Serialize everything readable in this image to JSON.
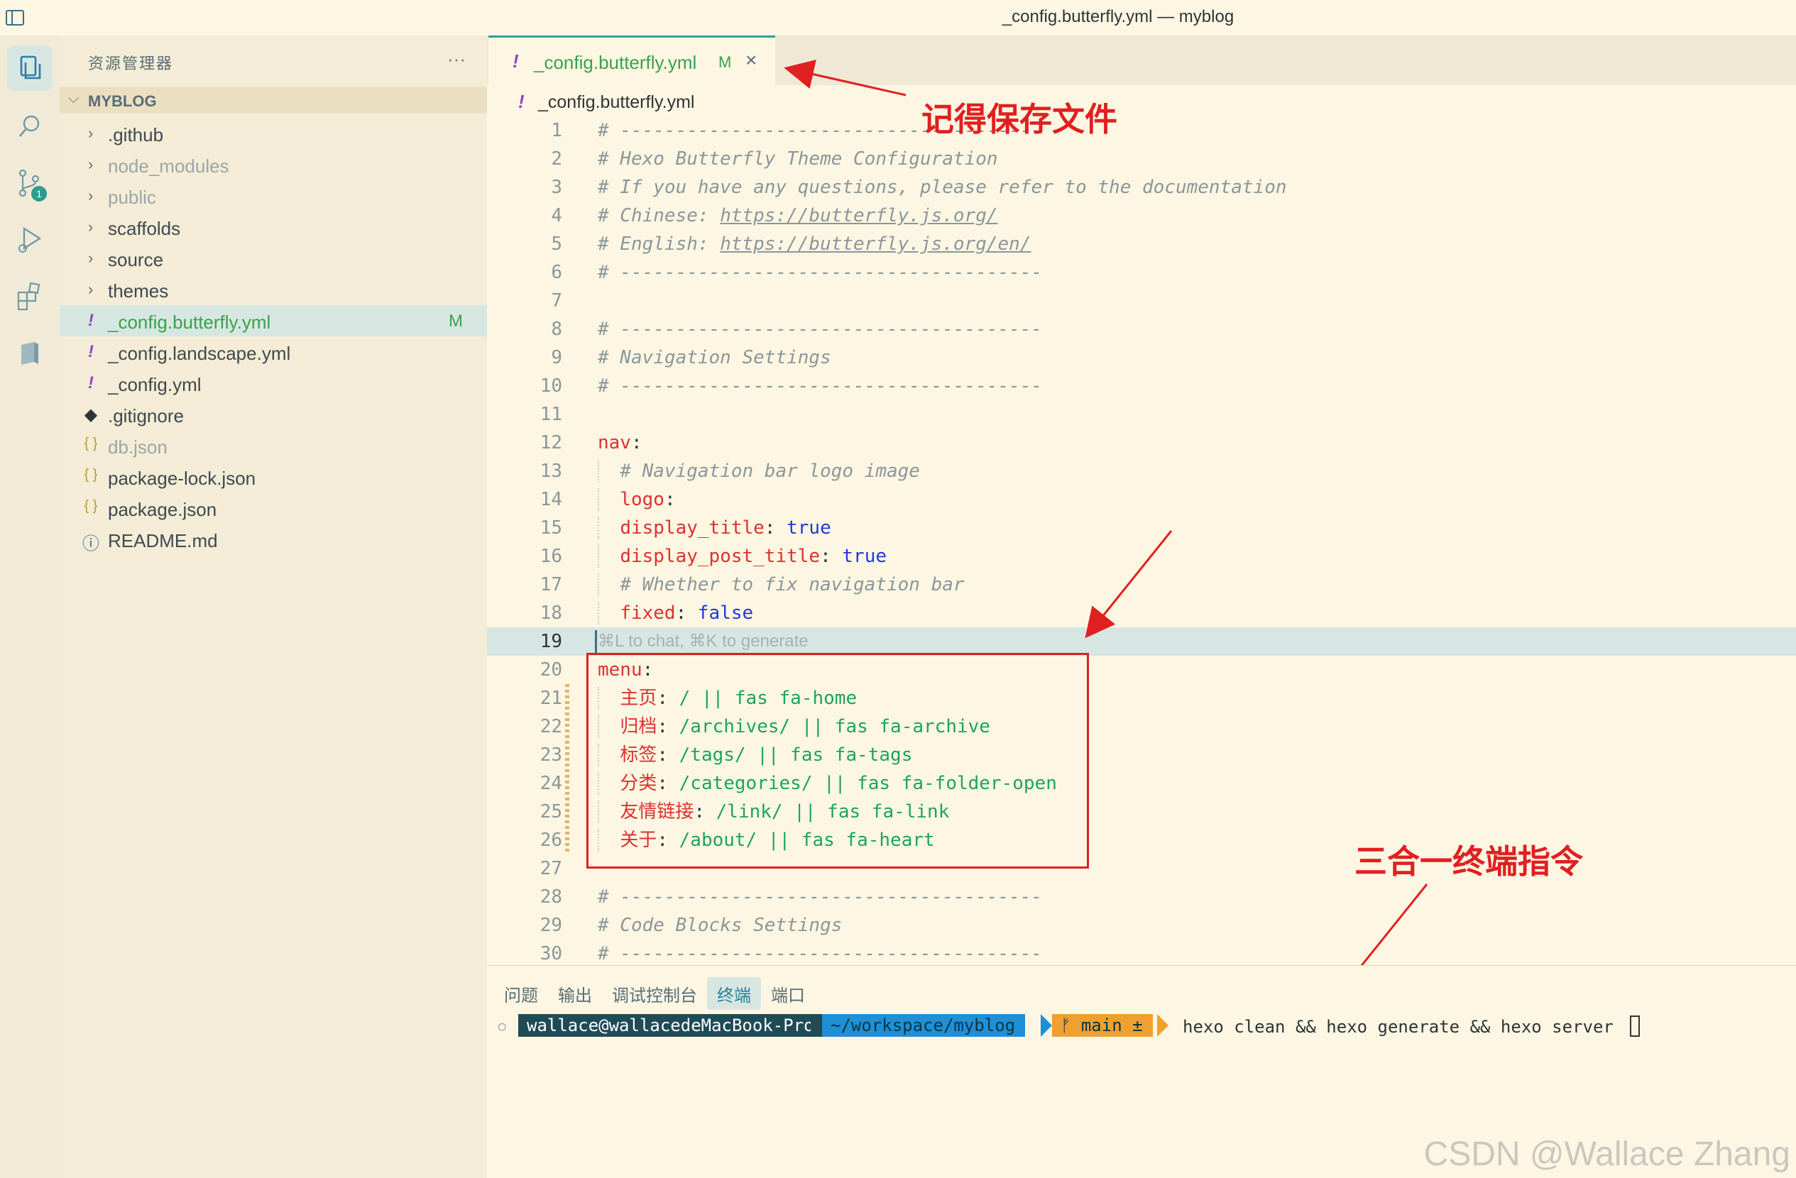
{
  "window": {
    "title": "_config.butterfly.yml — myblog"
  },
  "sidebar": {
    "header": "资源管理器",
    "more": "···",
    "root_folder": "MYBLOG",
    "items": [
      {
        "name": ".github",
        "type": "folder",
        "icon": "chevron-right-icon"
      },
      {
        "name": "node_modules",
        "type": "folder",
        "icon": "chevron-right-icon",
        "dim": true
      },
      {
        "name": "public",
        "type": "folder",
        "icon": "chevron-right-icon",
        "dim": true
      },
      {
        "name": "scaffolds",
        "type": "folder",
        "icon": "chevron-right-icon"
      },
      {
        "name": "source",
        "type": "folder",
        "icon": "chevron-right-icon"
      },
      {
        "name": "themes",
        "type": "folder",
        "icon": "chevron-right-icon"
      },
      {
        "name": "_config.butterfly.yml",
        "type": "yaml",
        "icon": "yaml-file-icon",
        "modified": "M",
        "selected": true
      },
      {
        "name": "_config.landscape.yml",
        "type": "yaml",
        "icon": "yaml-file-icon"
      },
      {
        "name": "_config.yml",
        "type": "yaml",
        "icon": "yaml-file-icon"
      },
      {
        "name": ".gitignore",
        "type": "git",
        "icon": "git-file-icon"
      },
      {
        "name": "db.json",
        "type": "json",
        "icon": "json-file-icon",
        "dim": true
      },
      {
        "name": "package-lock.json",
        "type": "json",
        "icon": "json-file-icon"
      },
      {
        "name": "package.json",
        "type": "json",
        "icon": "json-file-icon"
      },
      {
        "name": "README.md",
        "type": "info",
        "icon": "info-file-icon"
      }
    ]
  },
  "activity_bar": {
    "source_control_badge": "1"
  },
  "editor": {
    "tab": {
      "label": "_config.butterfly.yml",
      "modified": "M",
      "close": "×",
      "icon": "!"
    },
    "breadcrumb": {
      "icon": "!",
      "label": "_config.butterfly.yml"
    },
    "lines": [
      {
        "n": "1",
        "t": [
          [
            "c",
            "# --------------------------------------"
          ]
        ]
      },
      {
        "n": "2",
        "t": [
          [
            "c",
            "# Hexo Butterfly Theme Configuration"
          ]
        ]
      },
      {
        "n": "3",
        "t": [
          [
            "c",
            "# If you have any questions, please refer to the documentation"
          ]
        ]
      },
      {
        "n": "4",
        "t": [
          [
            "c",
            "# Chinese: "
          ],
          [
            "cu",
            "https://butterfly.js.org/"
          ]
        ]
      },
      {
        "n": "5",
        "t": [
          [
            "c",
            "# English: "
          ],
          [
            "cu",
            "https://butterfly.js.org/en/"
          ]
        ]
      },
      {
        "n": "6",
        "t": [
          [
            "c",
            "# --------------------------------------"
          ]
        ]
      },
      {
        "n": "7",
        "t": []
      },
      {
        "n": "8",
        "t": [
          [
            "c",
            "# --------------------------------------"
          ]
        ]
      },
      {
        "n": "9",
        "t": [
          [
            "c",
            "# Navigation Settings"
          ]
        ]
      },
      {
        "n": "10",
        "t": [
          [
            "c",
            "# --------------------------------------"
          ]
        ]
      },
      {
        "n": "11",
        "t": []
      },
      {
        "n": "12",
        "t": [
          [
            "k",
            "nav"
          ],
          [
            "p",
            ":"
          ]
        ]
      },
      {
        "n": "13",
        "t": [
          [
            "p",
            "  "
          ],
          [
            "c",
            "# Navigation bar logo image"
          ]
        ],
        "indent": true
      },
      {
        "n": "14",
        "t": [
          [
            "p",
            "  "
          ],
          [
            "k",
            "logo"
          ],
          [
            "p",
            ":"
          ]
        ],
        "indent": true
      },
      {
        "n": "15",
        "t": [
          [
            "p",
            "  "
          ],
          [
            "k",
            "display_title"
          ],
          [
            "p",
            ": "
          ],
          [
            "b",
            "true"
          ]
        ],
        "indent": true
      },
      {
        "n": "16",
        "t": [
          [
            "p",
            "  "
          ],
          [
            "k",
            "display_post_title"
          ],
          [
            "p",
            ": "
          ],
          [
            "b",
            "true"
          ]
        ],
        "indent": true
      },
      {
        "n": "17",
        "t": [
          [
            "p",
            "  "
          ],
          [
            "c",
            "# Whether to fix navigation bar"
          ]
        ],
        "indent": true
      },
      {
        "n": "18",
        "t": [
          [
            "p",
            "  "
          ],
          [
            "k",
            "fixed"
          ],
          [
            "p",
            ": "
          ],
          [
            "b",
            "false"
          ]
        ],
        "indent": true
      },
      {
        "n": "19",
        "t": [
          [
            "h",
            "⌘L to chat, ⌘K to generate"
          ]
        ],
        "active": true
      },
      {
        "n": "20",
        "t": [
          [
            "k",
            "menu"
          ],
          [
            "p",
            ":"
          ]
        ]
      },
      {
        "n": "21",
        "t": [
          [
            "p",
            "  "
          ],
          [
            "k",
            "主页"
          ],
          [
            "p",
            ": "
          ],
          [
            "s",
            "/ || fas fa-home"
          ]
        ],
        "indent": true,
        "mod": true
      },
      {
        "n": "22",
        "t": [
          [
            "p",
            "  "
          ],
          [
            "k",
            "归档"
          ],
          [
            "p",
            ": "
          ],
          [
            "s",
            "/archives/ || fas fa-archive"
          ]
        ],
        "indent": true,
        "mod": true
      },
      {
        "n": "23",
        "t": [
          [
            "p",
            "  "
          ],
          [
            "k",
            "标签"
          ],
          [
            "p",
            ": "
          ],
          [
            "s",
            "/tags/ || fas fa-tags"
          ]
        ],
        "indent": true,
        "mod": true
      },
      {
        "n": "24",
        "t": [
          [
            "p",
            "  "
          ],
          [
            "k",
            "分类"
          ],
          [
            "p",
            ": "
          ],
          [
            "s",
            "/categories/ || fas fa-folder-open"
          ]
        ],
        "indent": true,
        "mod": true
      },
      {
        "n": "25",
        "t": [
          [
            "p",
            "  "
          ],
          [
            "k",
            "友情链接"
          ],
          [
            "p",
            ": "
          ],
          [
            "s",
            "/link/ || fas fa-link"
          ]
        ],
        "indent": true,
        "mod": true
      },
      {
        "n": "26",
        "t": [
          [
            "p",
            "  "
          ],
          [
            "k",
            "关于"
          ],
          [
            "p",
            ": "
          ],
          [
            "s",
            "/about/ || fas fa-heart"
          ]
        ],
        "indent": true,
        "mod": true
      },
      {
        "n": "27",
        "t": []
      },
      {
        "n": "28",
        "t": [
          [
            "c",
            "# --------------------------------------"
          ]
        ]
      },
      {
        "n": "29",
        "t": [
          [
            "c",
            "# Code Blocks Settings"
          ]
        ]
      },
      {
        "n": "30",
        "t": [
          [
            "c",
            "# --------------------------------------"
          ]
        ]
      }
    ]
  },
  "annotations": {
    "save_note": "记得保存文件",
    "terminal_note": "三合一终端指令"
  },
  "panel": {
    "tabs": [
      "问题",
      "输出",
      "调试控制台",
      "终端",
      "端口"
    ],
    "active_tab": "终端",
    "prompt_user": "wallace@wallacedeMacBook-Pro",
    "prompt_path": "~/workspace/myblog",
    "prompt_branch": "ᚠ main ±",
    "command": "hexo clean && hexo generate && hexo server"
  },
  "watermark": "CSDN @Wallace Zhang",
  "colors": {
    "comment": "#8b979a",
    "key": "#dc322f",
    "string": "#1fa45a",
    "bool": "#2238d8",
    "accent": "#2aa198",
    "annotation": "#e02020"
  }
}
